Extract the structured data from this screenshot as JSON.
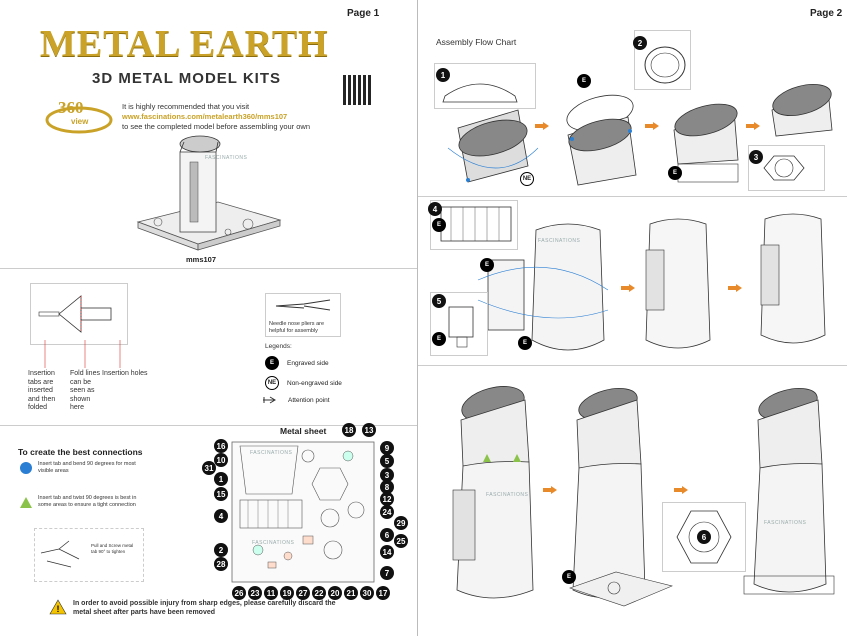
{
  "page1": {
    "page_label": "Page 1",
    "brand": "METAL EARTH",
    "subtitle": "3D METAL MODEL KITS",
    "badge_number": "360",
    "badge_word": "view",
    "visit_line1": "It is highly recommended that you visit",
    "visit_url": "www.fascinations.com/metalearth360/mms107",
    "visit_line3": "to see the completed model before assembling your own",
    "model_code": "mms107",
    "watermark": "FASCINATIONS",
    "insertion_tabs": "Insertion tabs are inserted and then folded",
    "fold_lines": "Fold lines can be seen as shown here",
    "insertion_holes": "Insertion holes",
    "pliers_note": "Needle nose pliers are helpful for assembly",
    "legends_title": "Legends:",
    "legend_engraved_symbol": "E",
    "legend_engraved": "Engraved side",
    "legend_nonengraved_symbol": "NE",
    "legend_nonengraved": "Non-engraved side",
    "legend_attention": "Attention point",
    "connections_title": "To create the best connections",
    "conn_blue": "Insert tab and bend 90 degrees for most visible areas",
    "conn_green": "Insert tab and twist 90 degrees is best in some areas to ensure a tight connection",
    "pull_screw": "Pull and Screw metal tab 90° to tighten",
    "metal_sheet_title": "Metal sheet",
    "sheet_numbers_left": [
      "16",
      "10",
      "31",
      "1",
      "15",
      "4",
      "2",
      "28"
    ],
    "sheet_numbers_right": [
      "9",
      "5",
      "3",
      "8",
      "12",
      "24",
      "29",
      "6",
      "25",
      "14",
      "7"
    ],
    "sheet_numbers_top": [
      "18",
      "13"
    ],
    "sheet_numbers_bottom": [
      "26",
      "23",
      "11",
      "19",
      "27",
      "22",
      "20",
      "21",
      "30",
      "17"
    ],
    "warning": "In order to avoid possible injury from sharp edges, please carefully discard the metal sheet after parts have been removed"
  },
  "page2": {
    "page_label": "Page 2",
    "flow_title": "Assembly Flow Chart",
    "step_numbers": [
      "1",
      "2",
      "3",
      "4",
      "5",
      "6"
    ],
    "engraved_symbol": "E",
    "nonengraved_symbol": "NE",
    "watermark": "FASCINATIONS"
  },
  "colors": {
    "gold": "#c9a227",
    "arrow": "#e8892a",
    "blue": "#2a7fd4",
    "green": "#8bc34a",
    "red": "#d33"
  }
}
